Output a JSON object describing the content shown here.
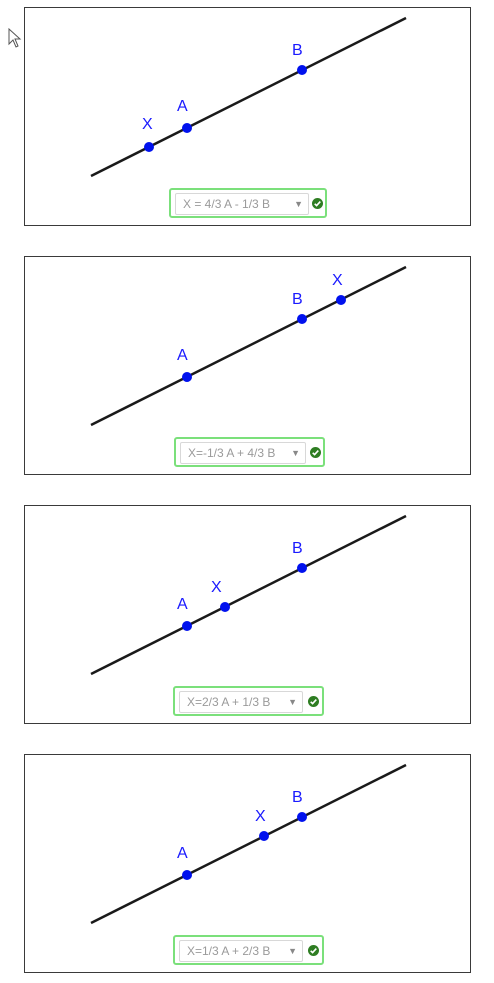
{
  "panels": [
    {
      "formula": "X = 4/3 A - 1/3 B",
      "points": [
        "X",
        "A",
        "B"
      ]
    },
    {
      "formula": "X=-1/3 A + 4/3 B",
      "points": [
        "A",
        "B",
        "X"
      ]
    },
    {
      "formula": "X=2/3 A + 1/3 B",
      "points": [
        "A",
        "X",
        "B"
      ]
    },
    {
      "formula": "X=1/3 A + 2/3 B",
      "points": [
        "A",
        "X",
        "B"
      ]
    }
  ],
  "colors": {
    "point": "#0011ee",
    "line": "#1a1a1a",
    "correct_border": "#7be07b",
    "check": "#2e7d22"
  },
  "icons": {
    "dropdown": "caret-down-icon",
    "status": "check-circle-icon",
    "pointer": "mouse-cursor-icon"
  }
}
